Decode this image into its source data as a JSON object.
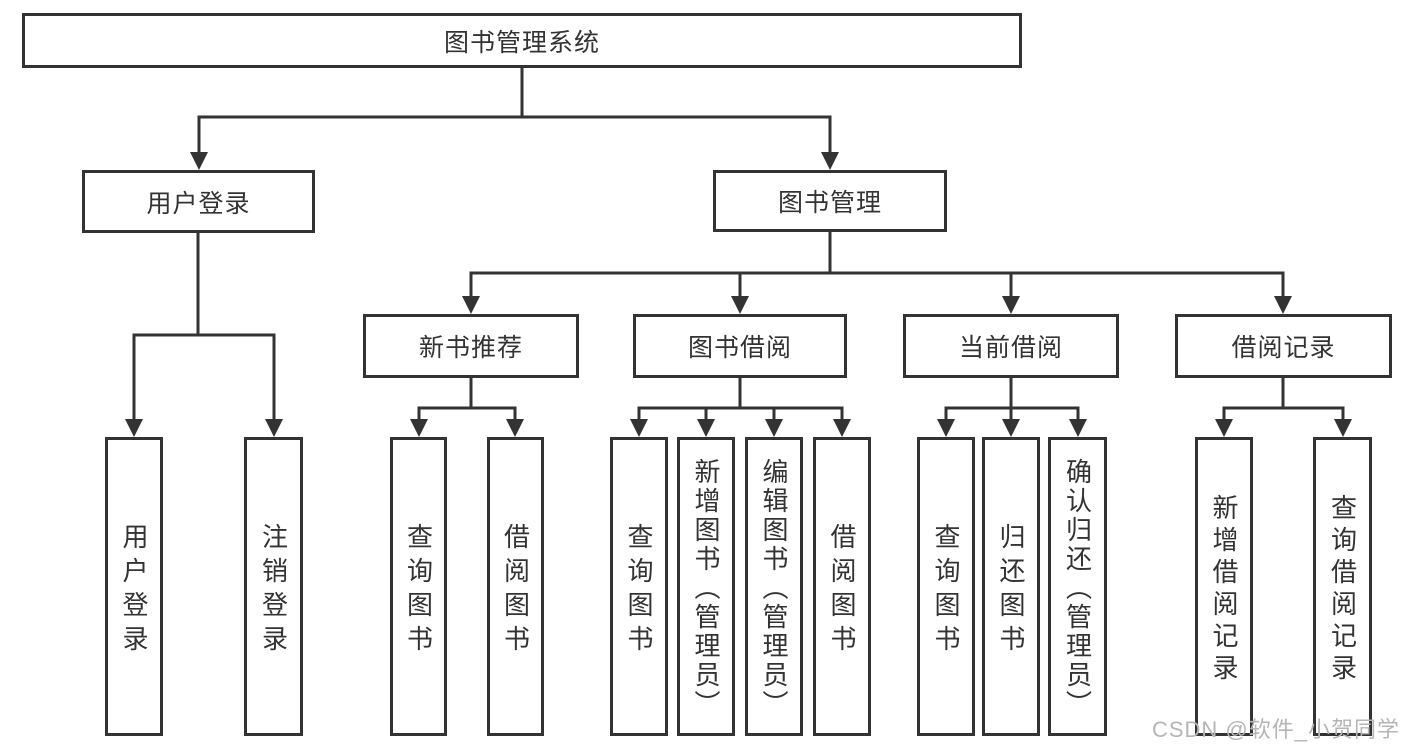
{
  "root": {
    "label": "图书管理系统"
  },
  "level2": [
    {
      "label": "用户登录",
      "children": [
        "用户登录",
        "注销登录"
      ]
    },
    {
      "label": "图书管理"
    }
  ],
  "modules": [
    {
      "label": "新书推荐",
      "children": [
        "查询图书",
        "借阅图书"
      ]
    },
    {
      "label": "图书借阅",
      "children": [
        "查询图书",
        "新增图书（管理员）",
        "编辑图书（管理员）",
        "借阅图书"
      ]
    },
    {
      "label": "当前借阅",
      "children": [
        "查询图书",
        "归还图书",
        "确认归还（管理员）"
      ]
    },
    {
      "label": "借阅记录",
      "children": [
        "新增借阅记录",
        "查询借阅记录"
      ]
    }
  ],
  "watermark": "CSDN @软件_小贺同学",
  "colors": {
    "line": "#333333",
    "text": "#333333",
    "background": "#ffffff",
    "watermark": "#b5b5b5"
  }
}
